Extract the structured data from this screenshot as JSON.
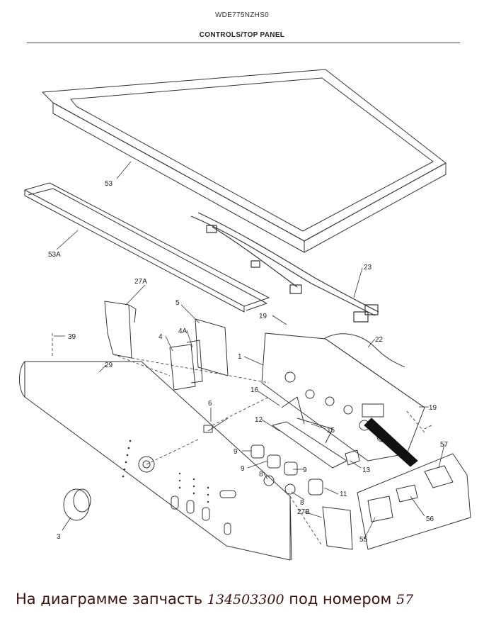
{
  "header": {
    "model": "WDE775NZHS0",
    "section": "CONTROLS/TOP PANEL"
  },
  "callouts": [
    "53",
    "53A",
    "23",
    "27A",
    "5",
    "19",
    "39",
    "4A",
    "4",
    "22",
    "1",
    "29",
    "16",
    "6",
    "19",
    "12",
    "15",
    "9",
    "9",
    "8",
    "13",
    "9",
    "57",
    "11",
    "8",
    "3",
    "27B",
    "56",
    "55"
  ],
  "caption": {
    "lead": "На диаграмме запчасть ",
    "part_number": "134503300",
    "middle": " под номером ",
    "item_number": "57"
  }
}
